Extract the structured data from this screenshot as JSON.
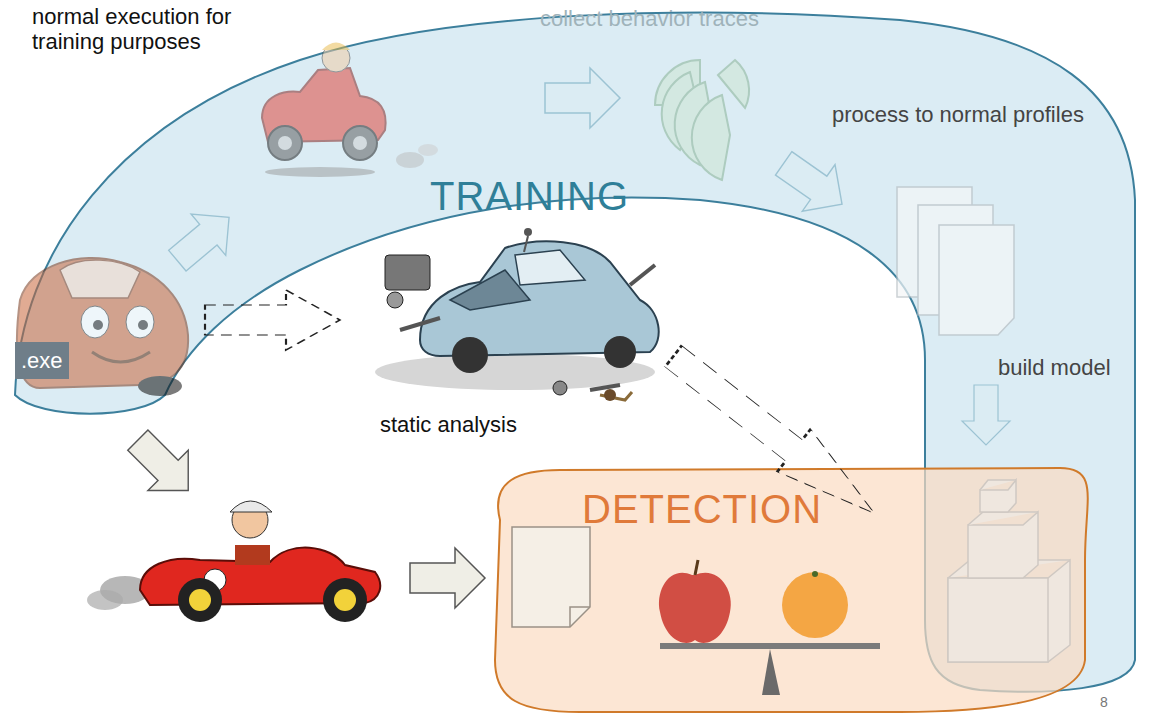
{
  "diagram": {
    "nodes": [
      {
        "text": [
          "TRAINING"
        ]
      },
      {
        "text": [
          "DETECTION"
        ]
      }
    ],
    "labels": [
      "normal execution for training purposes",
      "collect behavior traces",
      "process to normal profiles",
      ".exe",
      "static analysis",
      "build model",
      "8"
    ]
  }
}
